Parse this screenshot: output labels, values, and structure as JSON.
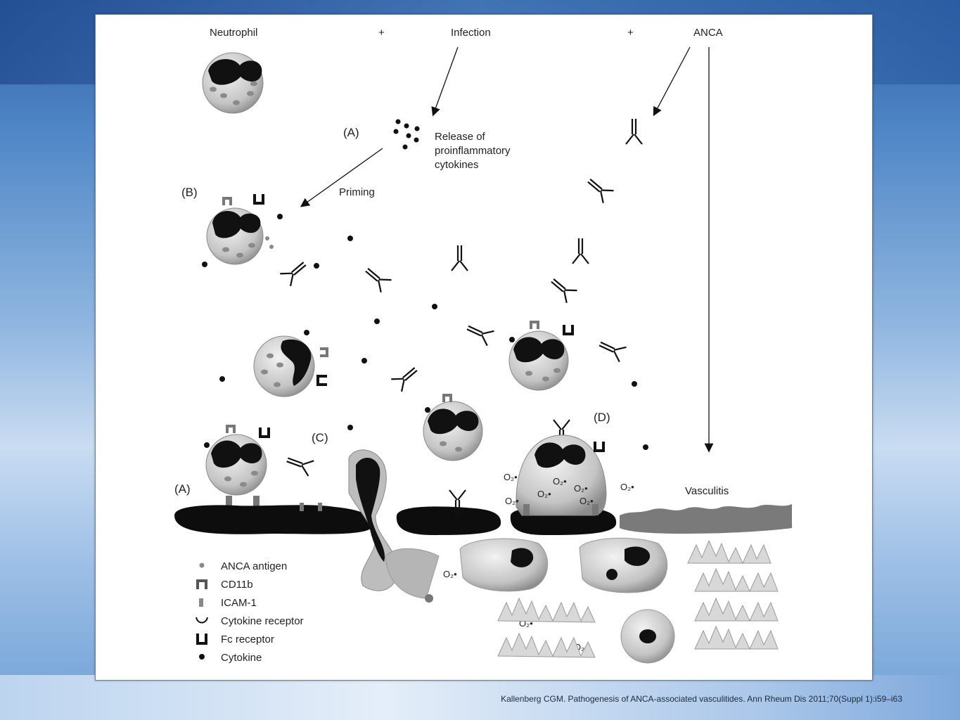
{
  "diagram": {
    "header": {
      "neutrophil": "Neutrophil",
      "plus_1": "+",
      "infection": "Infection",
      "plus_2": "+",
      "anca": "ANCA"
    },
    "steps": {
      "a_top": "(A)",
      "release_line1": "Release of",
      "release_line2": "proinflammatory",
      "release_line3": "cytokines",
      "b": "(B)",
      "priming": "Priming",
      "c": "(C)",
      "d": "(D)",
      "a_bottom": "(A)",
      "vasculitis": "Vasculitis",
      "o2": "O₂•"
    },
    "legend": {
      "items": [
        {
          "label": "ANCA antigen",
          "icon": "dot-icon"
        },
        {
          "label": "CD11b",
          "icon": "cd11b-icon"
        },
        {
          "label": "ICAM-1",
          "icon": "icam1-icon"
        },
        {
          "label": "Cytokine receptor",
          "icon": "cytokine-receptor-icon"
        },
        {
          "label": "Fc receptor",
          "icon": "fc-receptor-icon"
        },
        {
          "label": "Cytokine",
          "icon": "cytokine-dot-icon"
        }
      ]
    },
    "colors": {
      "cell_fill": "#c9c9c9",
      "nucleus": "#111111",
      "endothelium": "#0d0d0d",
      "damaged_vessel": "#7a7a7a"
    }
  },
  "citation": "Kallenberg CGM. Pathogenesis of ANCA-associated vasculitides. Ann Rheum Dis 2011;70(Suppl 1):i59–i63"
}
